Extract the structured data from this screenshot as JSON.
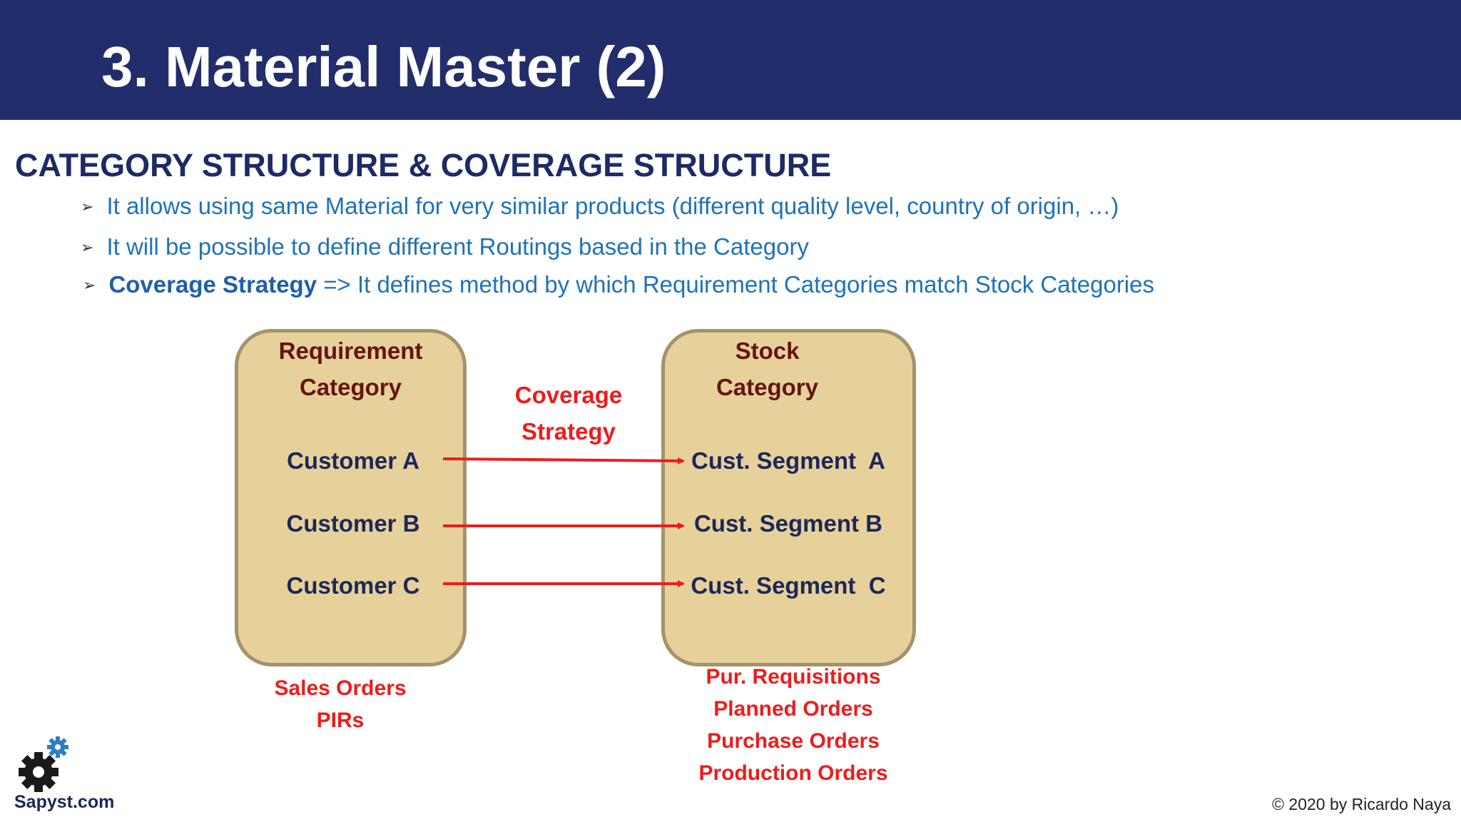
{
  "header": {
    "title": "3. Material Master (2)"
  },
  "subtitle": "CATEGORY STRUCTURE & COVERAGE STRUCTURE",
  "bullets": [
    {
      "bold": "",
      "text": "It allows using same Material for very similar products (different quality level, country of origin, …)"
    },
    {
      "bold": "",
      "text": "It will be possible to define different Routings based in the Category"
    },
    {
      "bold": "Coverage Strategy",
      "text": " => It defines method by which Requirement Categories match Stock Categories"
    }
  ],
  "diagram": {
    "left_box": {
      "title_line1": "Requirement",
      "title_line2": "Category",
      "items": [
        "Customer A",
        "Customer B",
        "Customer C"
      ]
    },
    "right_box": {
      "title_line1": "Stock",
      "title_line2": "Category",
      "items": [
        "Cust. Segment  A",
        "Cust. Segment B",
        "Cust. Segment  C"
      ]
    },
    "middle_label_line1": "Coverage",
    "middle_label_line2": "Strategy",
    "left_docs": [
      "Sales Orders",
      "PIRs"
    ],
    "right_docs": [
      "Pur. Requisitions",
      "Planned Orders",
      "Purchase Orders",
      "Production Orders"
    ],
    "arrow_color": "#ee1c1c"
  },
  "footer": {
    "logo_text": "Sapyst.com",
    "copyright": "© 2020 by Ricardo Naya"
  }
}
